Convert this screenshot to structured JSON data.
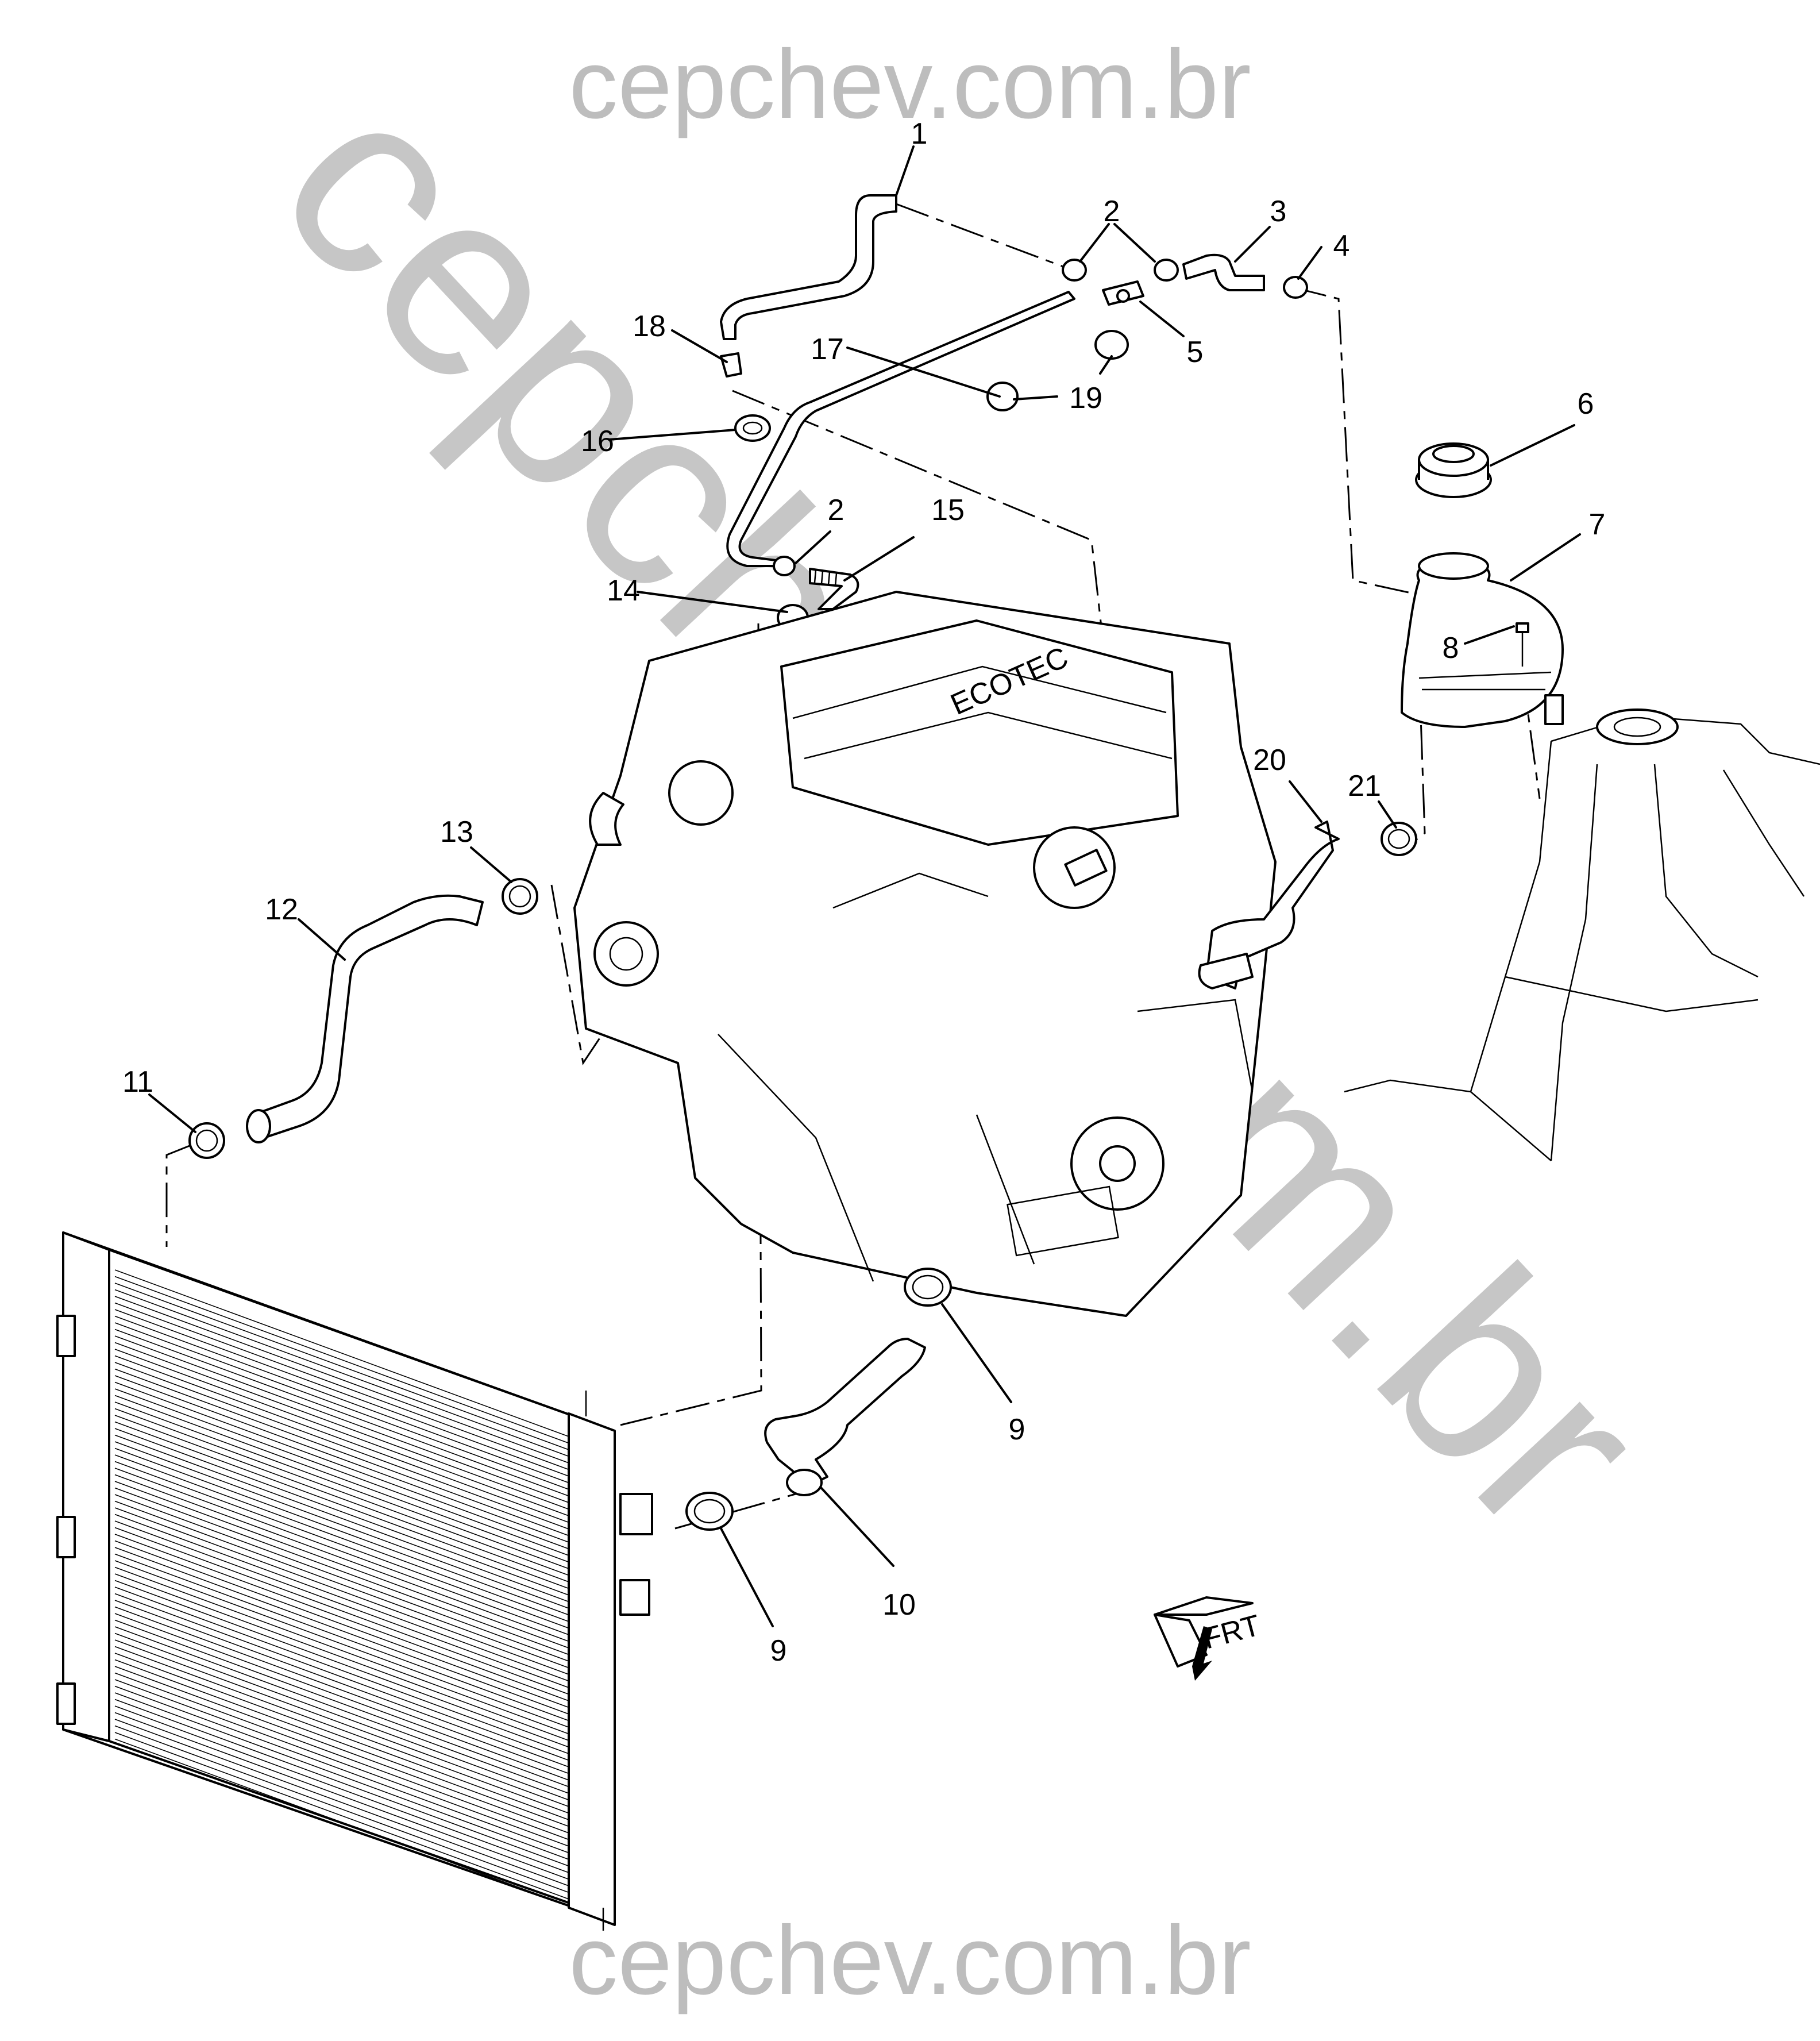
{
  "watermark": {
    "top": "cepchev.com.br",
    "bottom": "cepchev.com.br",
    "diagonal": "cepchev.com.br"
  },
  "front_indicator": {
    "label": "FRT"
  },
  "callouts": [
    {
      "id": "c1",
      "label": "1"
    },
    {
      "id": "c2a",
      "label": "2"
    },
    {
      "id": "c2b",
      "label": "2"
    },
    {
      "id": "c3",
      "label": "3"
    },
    {
      "id": "c4",
      "label": "4"
    },
    {
      "id": "c5",
      "label": "5"
    },
    {
      "id": "c6",
      "label": "6"
    },
    {
      "id": "c7",
      "label": "7"
    },
    {
      "id": "c8",
      "label": "8"
    },
    {
      "id": "c9a",
      "label": "9"
    },
    {
      "id": "c9b",
      "label": "9"
    },
    {
      "id": "c10",
      "label": "10"
    },
    {
      "id": "c11",
      "label": "11"
    },
    {
      "id": "c12",
      "label": "12"
    },
    {
      "id": "c13",
      "label": "13"
    },
    {
      "id": "c14",
      "label": "14"
    },
    {
      "id": "c15",
      "label": "15"
    },
    {
      "id": "c16",
      "label": "16"
    },
    {
      "id": "c17",
      "label": "17"
    },
    {
      "id": "c18",
      "label": "18"
    },
    {
      "id": "c19",
      "label": "19"
    },
    {
      "id": "c20",
      "label": "20"
    },
    {
      "id": "c21",
      "label": "21"
    }
  ],
  "engine_cover_text": "ECOTEC"
}
